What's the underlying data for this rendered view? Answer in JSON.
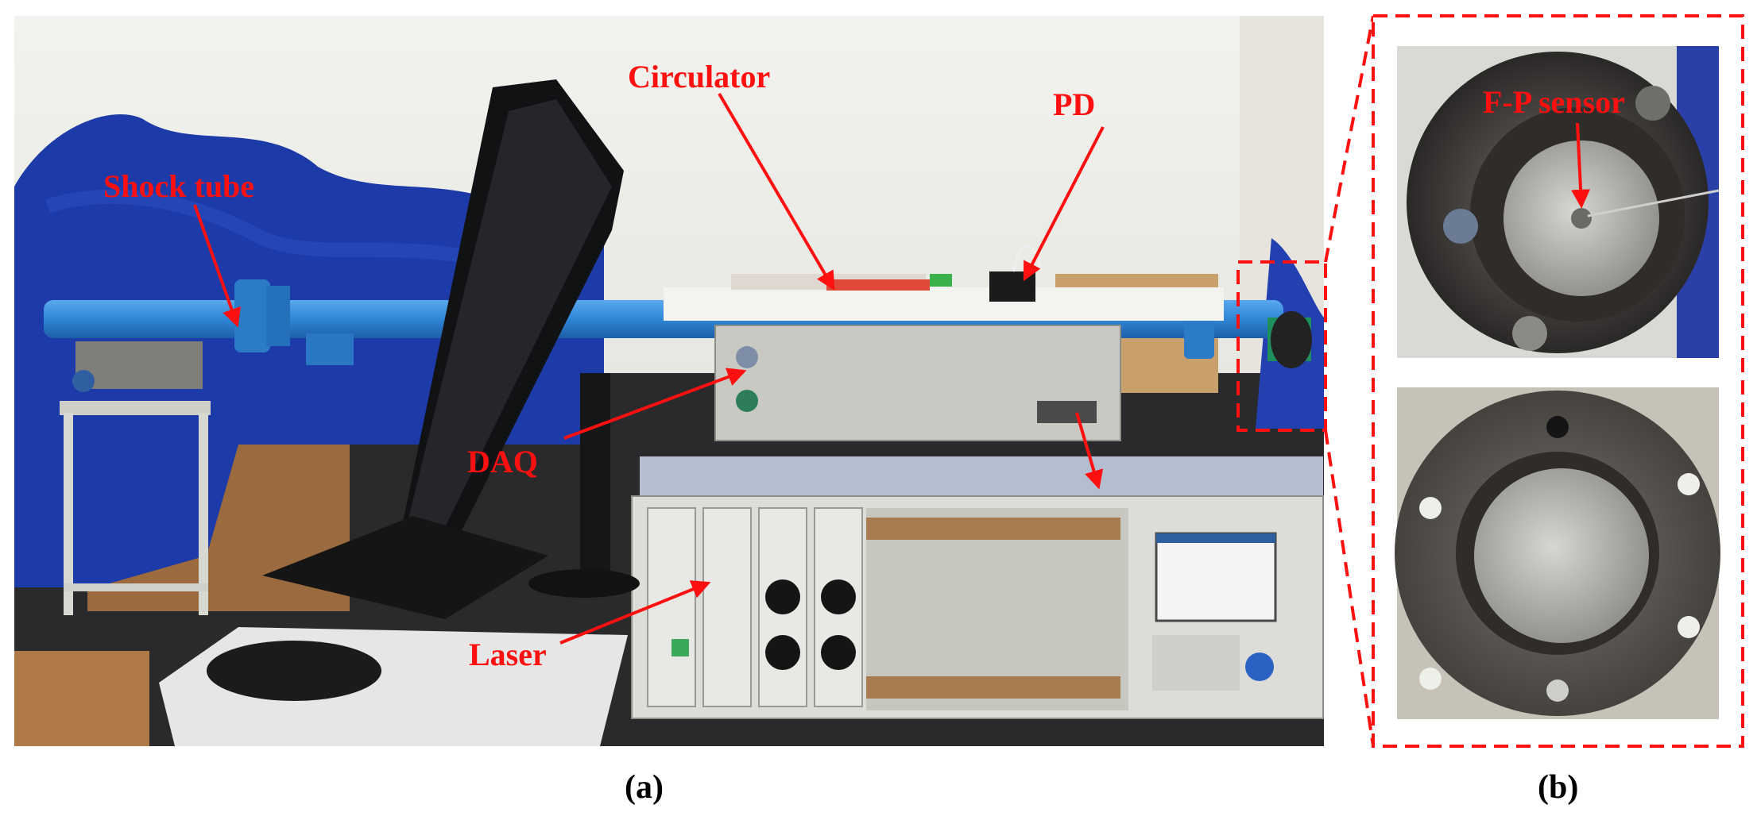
{
  "figure": {
    "panel_a": {
      "caption": "(a)",
      "labels": {
        "shock_tube": "Shock tube",
        "circulator": "Circulator",
        "pd": "PD",
        "daq": "DAQ",
        "laser": "Laser"
      }
    },
    "panel_b": {
      "caption": "(b)",
      "labels": {
        "fp_sensor": "F-P sensor"
      }
    },
    "colors": {
      "annotation": "#ff1010",
      "tube": "#2f86d6",
      "cloth": "#1c3aa8",
      "wall": "#eeeeea",
      "instrument": "#a8b4c8",
      "metal": "#c9c9c4"
    }
  }
}
